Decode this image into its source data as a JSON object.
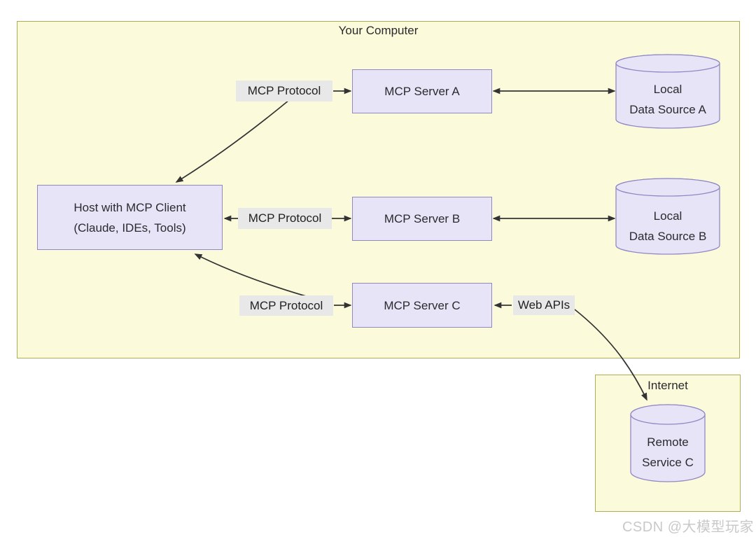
{
  "containers": {
    "your_computer": {
      "title": "Your Computer"
    },
    "internet": {
      "title": "Internet"
    }
  },
  "nodes": {
    "host": {
      "line1": "Host with MCP Client",
      "line2": "(Claude, IDEs, Tools)"
    },
    "server_a": {
      "label": "MCP Server A"
    },
    "server_b": {
      "label": "MCP Server B"
    },
    "server_c": {
      "label": "MCP Server C"
    },
    "data_source_a": {
      "line1": "Local",
      "line2": "Data Source A"
    },
    "data_source_b": {
      "line1": "Local",
      "line2": "Data Source B"
    },
    "remote_service_c": {
      "line1": "Remote",
      "line2": "Service C"
    }
  },
  "edges": {
    "protocol_a": "MCP Protocol",
    "protocol_b": "MCP Protocol",
    "protocol_c": "MCP Protocol",
    "web_apis": "Web APIs"
  },
  "watermark": "CSDN @大模型玩家",
  "colors": {
    "container_fill": "#fbfbdc",
    "container_border": "#adad55",
    "node_fill": "#e8e4f8",
    "node_border": "#9187c5",
    "edge_label_bg": "#e8e8e8",
    "arrow": "#333333",
    "text": "#2a2a2e",
    "watermark": "#c9c9c9"
  }
}
